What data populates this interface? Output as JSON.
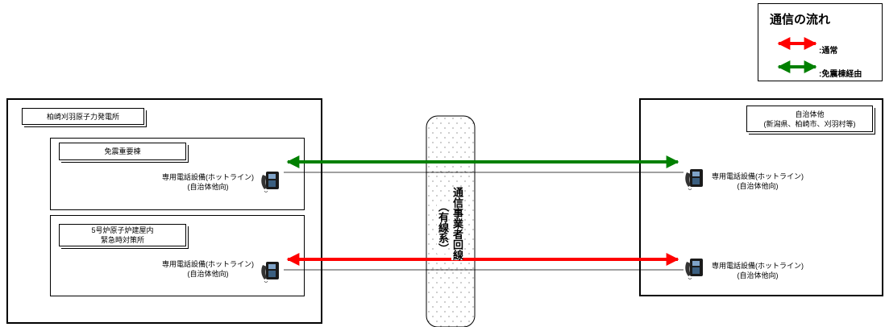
{
  "legend": {
    "title": "通信の流れ",
    "items": [
      {
        "label": ":通常",
        "color": "#ff0000"
      },
      {
        "label": ":免震棟経由",
        "color": "#008000"
      }
    ]
  },
  "left_site": {
    "title": "柏崎刈羽原子力発電所",
    "building1": {
      "label": "免震重要棟",
      "device_line1": "専用電話設備(ホットライン)",
      "device_line2": "(自治体他向)"
    },
    "building2": {
      "label_line1": "5号炉原子炉建屋内",
      "label_line2": "緊急時対策所",
      "device_line1": "専用電話設備(ホットライン)",
      "device_line2": "(自治体他向)"
    }
  },
  "carrier": {
    "col1": "通信事業者回線",
    "col2": "（有線系）"
  },
  "right_site": {
    "title_line1": "自治体他",
    "title_line2": "(新潟県、柏崎市、刈羽村等)",
    "device1_line1": "専用電話設備(ホットライン)",
    "device1_line2": "(自治体他向)",
    "device2_line1": "専用電話設備(ホットライン)",
    "device2_line2": "(自治体他向)"
  },
  "colors": {
    "normal": "#ff0000",
    "seismic": "#008000",
    "icon": "phone-icon"
  }
}
